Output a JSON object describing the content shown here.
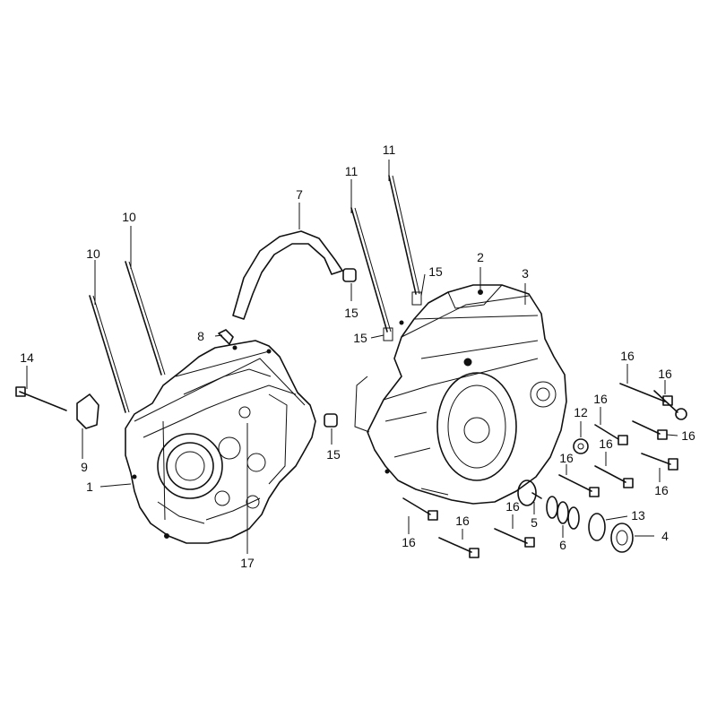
{
  "labels": [
    {
      "id": "l1",
      "text": "1"
    },
    {
      "id": "l2",
      "text": "2"
    },
    {
      "id": "l3",
      "text": "3"
    },
    {
      "id": "l4",
      "text": "4"
    },
    {
      "id": "l5",
      "text": "5"
    },
    {
      "id": "l6",
      "text": "6"
    },
    {
      "id": "l7",
      "text": "7"
    },
    {
      "id": "l8",
      "text": "8"
    },
    {
      "id": "l9",
      "text": "9"
    },
    {
      "id": "l10a",
      "text": "10"
    },
    {
      "id": "l10b",
      "text": "10"
    },
    {
      "id": "l11a",
      "text": "11"
    },
    {
      "id": "l11b",
      "text": "11"
    },
    {
      "id": "l12",
      "text": "12"
    },
    {
      "id": "l13",
      "text": "13"
    },
    {
      "id": "l14",
      "text": "14"
    },
    {
      "id": "l15a",
      "text": "15"
    },
    {
      "id": "l15b",
      "text": "15"
    },
    {
      "id": "l15c",
      "text": "15"
    },
    {
      "id": "l15d",
      "text": "15"
    },
    {
      "id": "l16a",
      "text": "16"
    },
    {
      "id": "l16b",
      "text": "16"
    },
    {
      "id": "l16c",
      "text": "16"
    },
    {
      "id": "l16d",
      "text": "16"
    },
    {
      "id": "l16e",
      "text": "16"
    },
    {
      "id": "l16f",
      "text": "16"
    },
    {
      "id": "l16g",
      "text": "16"
    },
    {
      "id": "l16h",
      "text": "16"
    },
    {
      "id": "l16i",
      "text": "16"
    },
    {
      "id": "l16j",
      "text": "16"
    },
    {
      "id": "l17",
      "text": "17"
    }
  ]
}
